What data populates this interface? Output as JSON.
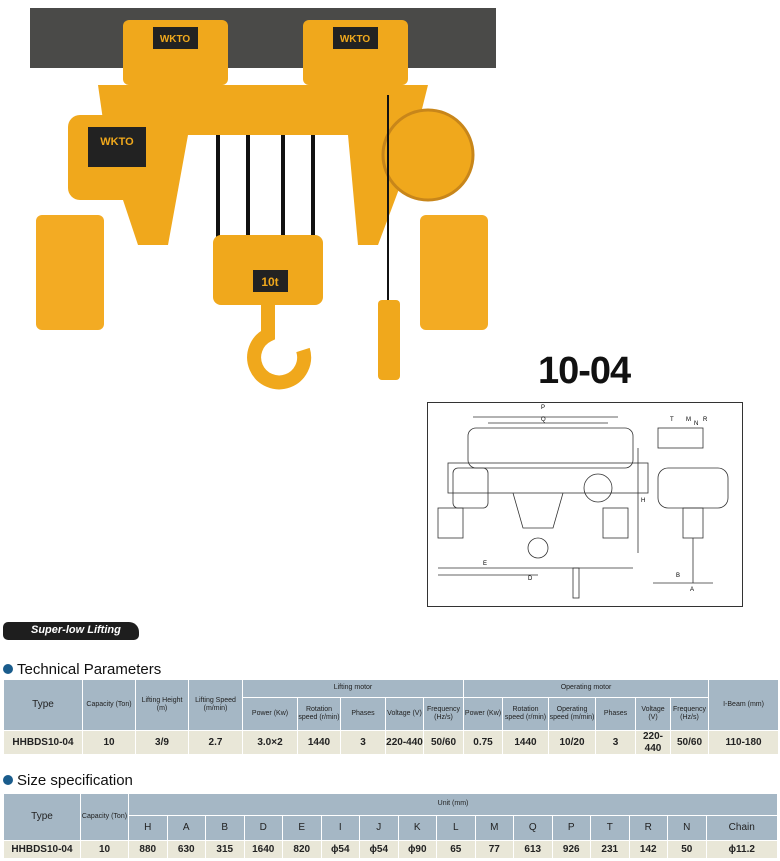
{
  "product": {
    "model": "10-04",
    "brand_label": "WKTO",
    "capacity_label": "10t"
  },
  "badge": "Super-low Lifting",
  "drawing_labels": [
    "P",
    "Q",
    "H",
    "E",
    "D",
    "T",
    "M",
    "R",
    "N",
    "B",
    "A"
  ],
  "tech": {
    "title": "Technical Parameters",
    "groups": {
      "lifting": "Lifting motor",
      "operating": "Operating motor"
    },
    "headers": {
      "type": "Type",
      "capacity": "Capacity (Ton)",
      "height": "Lifting Height (m)",
      "speed": "Lifting Speed (m/min)",
      "l_power": "Power (Kw)",
      "l_rot": "Rotation speed (r/min)",
      "l_phases": "Phases",
      "l_volt": "Voltage (V)",
      "l_freq": "Frequency (Hz/s)",
      "o_power": "Power (Kw)",
      "o_rot": "Rotation speed (r/min)",
      "o_speed": "Operating speed (m/min)",
      "o_phases": "Phases",
      "o_volt": "Voltage (V)",
      "o_freq": "Frequency (Hz/s)",
      "ibeam": "I-Beam (mm)"
    },
    "row": [
      "HHBDS10-04",
      "10",
      "3/9",
      "2.7",
      "3.0×2",
      "1440",
      "3",
      "220-440",
      "50/60",
      "0.75",
      "1440",
      "10/20",
      "3",
      "220-440",
      "50/60",
      "110-180"
    ]
  },
  "size": {
    "title": "Size specification",
    "type": "Type",
    "capacity": "Capacity (Ton)",
    "unit": "Unit (mm)",
    "cols": [
      "H",
      "A",
      "B",
      "D",
      "E",
      "I",
      "J",
      "K",
      "L",
      "M",
      "Q",
      "P",
      "T",
      "R",
      "N",
      "Chain"
    ],
    "row": [
      "HHBDS10-04",
      "10",
      "880",
      "630",
      "315",
      "1640",
      "820",
      "ϕ54",
      "ϕ54",
      "ϕ90",
      "65",
      "77",
      "613",
      "926",
      "231",
      "142",
      "50",
      "ϕ11.2"
    ]
  }
}
